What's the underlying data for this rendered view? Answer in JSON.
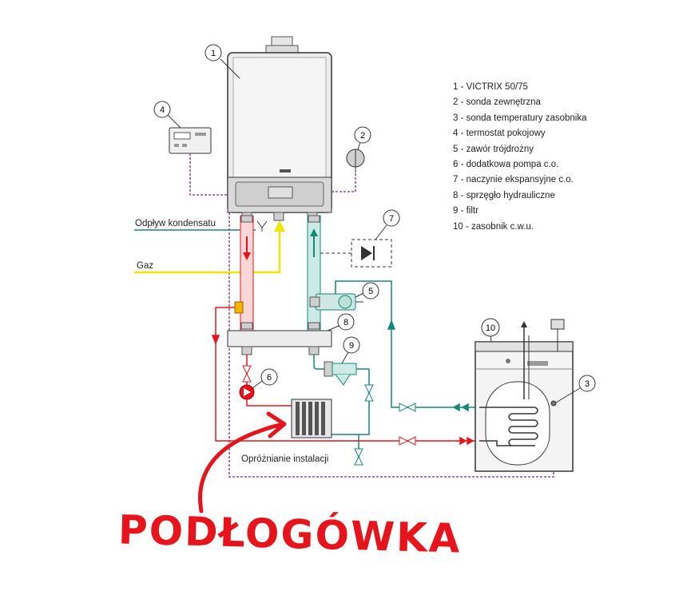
{
  "legend": [
    "1 - VICTRIX 50/75",
    "2 - sonda zewnętrzna",
    "3 - sonda temperatury zasobnika",
    "4 - termostat pokojowy",
    "5 - zawór trójdrożny",
    "6 - dodatkowa pompa c.o.",
    "7 - naczynie ekspansyjne c.o.",
    "8 - sprzęgło hydrauliczne",
    "9 - filtr",
    "10 - zasobnik c.w.u."
  ],
  "labels": {
    "condensate": "Odpływ kondensatu",
    "gas": "Gaz",
    "drain": "Opróżnianie instalacji"
  },
  "callouts": {
    "boiler": "1",
    "outdoor_sensor": "2",
    "tank_sensor": "3",
    "thermostat": "4",
    "three_way_valve": "5",
    "pump": "6",
    "expansion_vessel": "7",
    "hydraulic_separator": "8",
    "filter": "9",
    "tank": "10"
  },
  "annotation": "PODŁOGÓWKA",
  "colors": {
    "supply": "#e8141b",
    "return": "#128a7a",
    "gas": "#f2e600",
    "signal": "#7a2a8a",
    "annotation": "#e8141b"
  }
}
